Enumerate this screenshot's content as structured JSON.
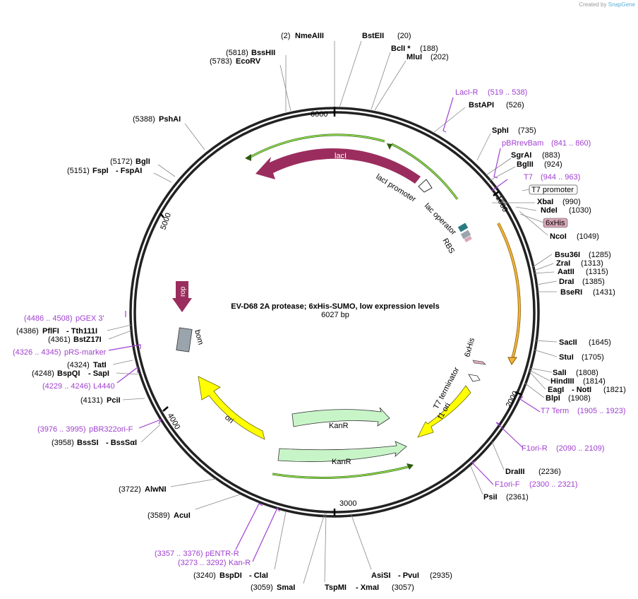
{
  "header": {
    "created_by": "Created by",
    "brand": "SnapGene"
  },
  "plasmid": {
    "name": "EV-D68 2A protease; 6xHis-SUMO, low expression levels",
    "length_label": "6027 bp",
    "length": 6027
  },
  "ticks": [
    "1000",
    "2000",
    "3000",
    "4000",
    "5000",
    "6000"
  ],
  "features": {
    "lacI": "lacI",
    "lacI_promoter": "lacI promoter",
    "lac_operator": "lac operator",
    "RBS": "RBS",
    "rop": "rop",
    "bom": "bom",
    "ori": "ori",
    "KanR_1": "KanR",
    "KanR_2": "KanR",
    "f1_ori": "f1 ori",
    "T7_terminator": "T7 terminator",
    "sixHis_small": "6xHis",
    "T7_promoter_box": "T7 promoter",
    "sixHis_box": "6xHis"
  },
  "sites": {
    "NmeAIII": {
      "name": "NmeAIII",
      "pos": "(2)"
    },
    "BstEII": {
      "name": "BstEII",
      "pos": "(20)"
    },
    "BclI": {
      "name": "BclI *",
      "pos": "(188)"
    },
    "MluI": {
      "name": "MluI",
      "pos": "(202)"
    },
    "BssHII": {
      "name": "BssHII",
      "pos": "(5818)"
    },
    "EcoRV": {
      "name": "EcoRV",
      "pos": "(5783)"
    },
    "BstAPI": {
      "name": "BstAPI",
      "pos": "(526)"
    },
    "PshAI": {
      "name": "PshAI",
      "pos": "(5388)"
    },
    "SphI": {
      "name": "SphI",
      "pos": "(735)"
    },
    "SgrAI": {
      "name": "SgrAI",
      "pos": "(883)"
    },
    "BglII": {
      "name": "BglII",
      "pos": "(924)"
    },
    "BglI": {
      "name": "BglI",
      "pos": "(5172)"
    },
    "FspI": {
      "name": "FspI",
      "pos": "(5151)"
    },
    "FspAI": {
      "name": "- FspAI"
    },
    "XbaI": {
      "name": "XbaI",
      "pos": "(990)"
    },
    "NdeI": {
      "name": "NdeI",
      "pos": "(1030)"
    },
    "NcoI": {
      "name": "NcoI",
      "pos": "(1049)"
    },
    "Bsu36I": {
      "name": "Bsu36I",
      "pos": "(1285)"
    },
    "ZraI": {
      "name": "ZraI",
      "pos": "(1313)"
    },
    "AatII": {
      "name": "AatII",
      "pos": "(1315)"
    },
    "DraI": {
      "name": "DraI",
      "pos": "(1385)"
    },
    "BseRI": {
      "name": "BseRI",
      "pos": "(1431)"
    },
    "PflFI": {
      "name": "PflFI",
      "pos": "(4386)"
    },
    "Tth111I": {
      "name": "- Tth111I"
    },
    "BstZ17I": {
      "name": "BstZ17I",
      "pos": "(4361)"
    },
    "TatI": {
      "name": "TatI",
      "pos": "(4324)"
    },
    "BspQI": {
      "name": "BspQI",
      "pos": "(4248)"
    },
    "SapI": {
      "name": "- SapI"
    },
    "SacII": {
      "name": "SacII",
      "pos": "(1645)"
    },
    "StuI": {
      "name": "StuI",
      "pos": "(1705)"
    },
    "SalI": {
      "name": "SalI",
      "pos": "(1808)"
    },
    "HindIII": {
      "name": "HindIII",
      "pos": "(1814)"
    },
    "EagI": {
      "name": "EagI",
      "pos": "(1821)"
    },
    "NotI": {
      "name": "- NotI"
    },
    "BlpI": {
      "name": "BlpI",
      "pos": "(1908)"
    },
    "PciI": {
      "name": "PciI",
      "pos": "(4131)"
    },
    "BssSI": {
      "name": "BssSI",
      "pos": "(3958)"
    },
    "BssSaI": {
      "name": "- BssSαI"
    },
    "DraIII": {
      "name": "DraIII",
      "pos": "(2236)"
    },
    "PsiI": {
      "name": "PsiI",
      "pos": "(2361)"
    },
    "AlwNI": {
      "name": "AlwNI",
      "pos": "(3722)"
    },
    "AcuI": {
      "name": "AcuI",
      "pos": "(3589)"
    },
    "BspDI": {
      "name": "BspDI",
      "pos": "(3240)"
    },
    "ClaI": {
      "name": "- ClaI"
    },
    "SmaI": {
      "name": "SmaI",
      "pos": "(3059)"
    },
    "TspMI": {
      "name": "TspMI",
      "pos": ""
    },
    "XmaI": {
      "name": "- XmaI",
      "pos": "(3057)"
    },
    "AsiSI": {
      "name": "AsiSI",
      "pos": ""
    },
    "PvuI": {
      "name": "- PvuI",
      "pos": "(2935)"
    }
  },
  "primers": {
    "LacI_R": {
      "name": "LacI-R",
      "range": "(519 .. 538)"
    },
    "pBRrevBam": {
      "name": "pBRrevBam",
      "range": "(841 .. 860)"
    },
    "T7": {
      "name": "T7",
      "range": "(944 .. 963)"
    },
    "pGEX3": {
      "name": "pGEX 3'",
      "range": "(4486 .. 4508)"
    },
    "pRS_marker": {
      "name": "pRS-marker",
      "range": "(4326 .. 4345)"
    },
    "L4440": {
      "name": "L4440",
      "range": "(4229 .. 4246)"
    },
    "T7_Term": {
      "name": "T7 Term",
      "range": "(1905 .. 1923)"
    },
    "pBR322ori_F": {
      "name": "pBR322ori-F",
      "range": "(3976 .. 3995)"
    },
    "F1ori_R": {
      "name": "F1ori-R",
      "range": "(2090 .. 2109)"
    },
    "F1ori_F": {
      "name": "F1ori-F",
      "range": "(2300 .. 2321)"
    },
    "pENTR_R": {
      "name": "pENTR-R",
      "range": "(3357 .. 3376)"
    },
    "Kan_R": {
      "name": "Kan-R",
      "range": "(3273 .. 3292)"
    }
  },
  "colors": {
    "lacI": "#9b2d5e",
    "rop": "#9b2d5e",
    "green_arrow": "#7ac843",
    "kanr": "#c8f5c8",
    "ori": "#ffff00",
    "orange": "#f3b43a",
    "primer": "#a040d0",
    "bom": "#9aa4ad"
  }
}
